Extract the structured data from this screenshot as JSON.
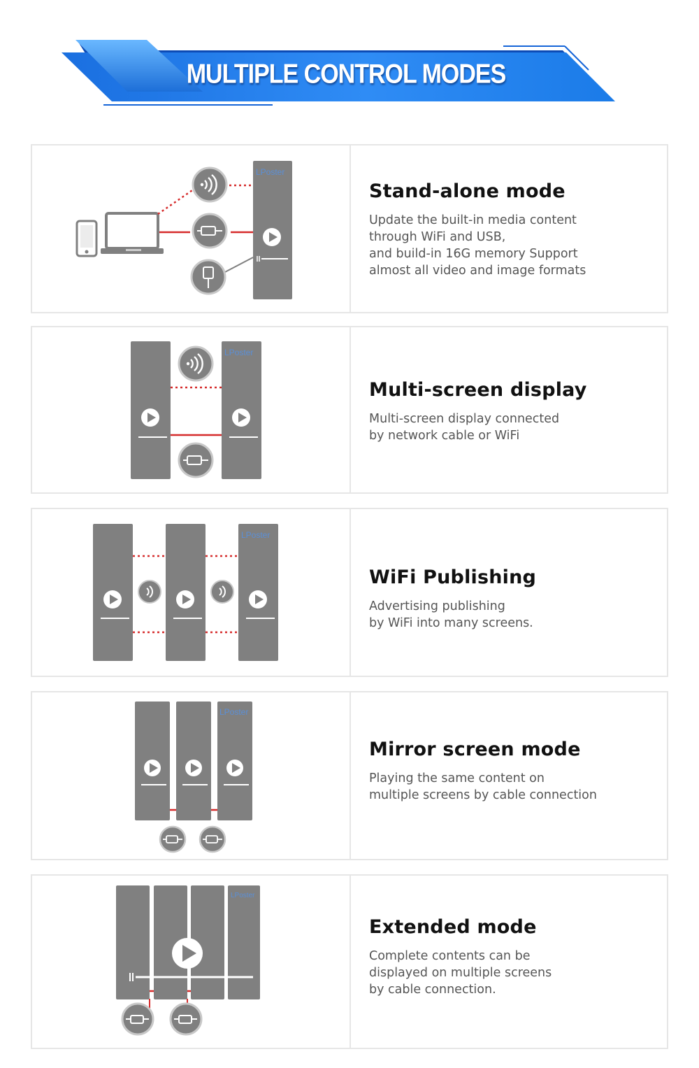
{
  "header": {
    "title": "MULTIPLE CONTROL MODES"
  },
  "colors": {
    "banner_light": "#4aa3ff",
    "banner_dark": "#0b4fc4",
    "device_gray": "#808080",
    "link_red": "#d62b2b",
    "panel_border": "#e6e6e6"
  },
  "device_label": "LPoster",
  "modes": [
    {
      "title": "Stand-alone mode",
      "lines": [
        "Update the built-in media content",
        "through WiFi and USB,",
        "and build-in 16G memory Support",
        "almost all video and image formats"
      ]
    },
    {
      "title": "Multi-screen display",
      "lines": [
        "Multi-screen display connected",
        "by network cable or WiFi"
      ]
    },
    {
      "title": "WiFi Publishing",
      "lines": [
        "Advertising publishing",
        "by WiFi into many screens."
      ]
    },
    {
      "title": "Mirror screen mode",
      "lines": [
        "Playing the same content on",
        "multiple screens by cable connection"
      ]
    },
    {
      "title": "Extended mode",
      "lines": [
        "Complete contents can be",
        "displayed on multiple screens",
        "by cable connection."
      ]
    }
  ]
}
